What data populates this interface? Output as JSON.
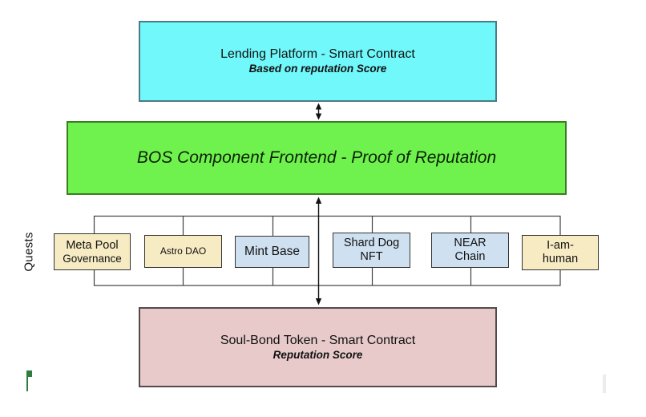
{
  "colors": {
    "page-bg": "#ffffff",
    "cyan-fill": "#70F8FB",
    "cyan-border": "#4A7B87",
    "green-fill": "#6FF24E",
    "green-border": "#3A7D23",
    "pink-fill": "#E8CACA",
    "pink-border": "#54494A",
    "cream-fill": "#F6EBC3",
    "blue-fill": "#CFE0F1",
    "quest-border": "#333333",
    "line": "#404040",
    "arrow": "#111111",
    "text": "#111111",
    "flag-green": "#2E7D3E",
    "remnant-gray": "#ECECEC"
  },
  "lending_box": {
    "title": "Lending Platform - Smart Contract",
    "subtitle": "Based on reputation Score"
  },
  "frontend_box": {
    "title": "BOS Component Frontend - Proof of Reputation"
  },
  "quests": {
    "label": "Quests",
    "items": [
      {
        "variant": "cream",
        "lines": [
          "Meta Pool",
          "Governance"
        ]
      },
      {
        "variant": "cream",
        "lines": [
          "Astro DAO"
        ]
      },
      {
        "variant": "blue",
        "lines": [
          "Mint Base"
        ]
      },
      {
        "variant": "blue",
        "lines": [
          "Shard Dog",
          "NFT"
        ]
      },
      {
        "variant": "blue",
        "lines": [
          "NEAR",
          "Chain"
        ]
      },
      {
        "variant": "cream",
        "lines": [
          "I-am-",
          "human"
        ]
      }
    ]
  },
  "soulbond_box": {
    "title": "Soul-Bond Token - Smart Contract",
    "subtitle": "Reputation Score"
  }
}
